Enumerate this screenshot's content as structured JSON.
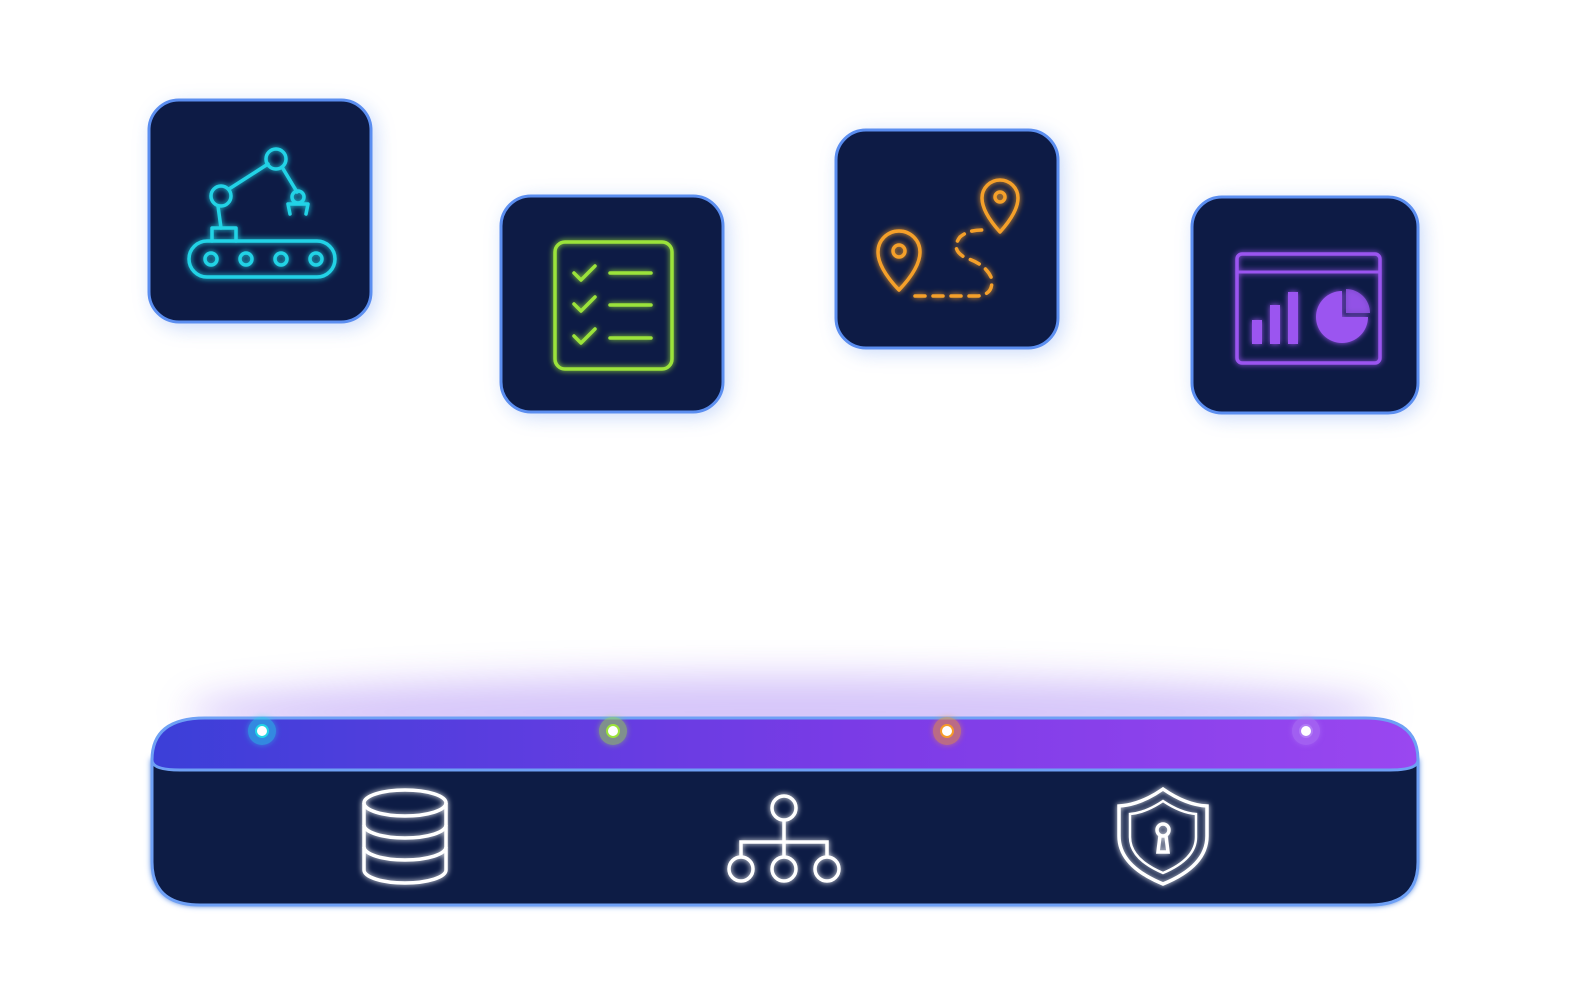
{
  "colors": {
    "tile_fill": "#0d1b45",
    "tile_border": "#5b8ef0",
    "platform_fill": "#0d1b45",
    "platform_border": "#6ea0f5",
    "platform_top_gradient": [
      "#3b3fd8",
      "#7a3be6",
      "#9a47f0"
    ],
    "platform_icon": "#ffffff"
  },
  "modules": [
    {
      "name": "manufacturing",
      "icon": "robotic-arm-conveyor-icon",
      "color": "#22d3e6"
    },
    {
      "name": "quality",
      "icon": "checklist-icon",
      "color": "#9be33a"
    },
    {
      "name": "logistics",
      "icon": "route-map-pins-icon",
      "color": "#f5a02a"
    },
    {
      "name": "analytics",
      "icon": "dashboard-chart-icon",
      "color": "#9b55f0"
    }
  ],
  "platform_services": [
    {
      "name": "data",
      "icon": "database-icon"
    },
    {
      "name": "integration",
      "icon": "network-hierarchy-icon"
    },
    {
      "name": "security",
      "icon": "security-shield-lock-icon"
    }
  ]
}
